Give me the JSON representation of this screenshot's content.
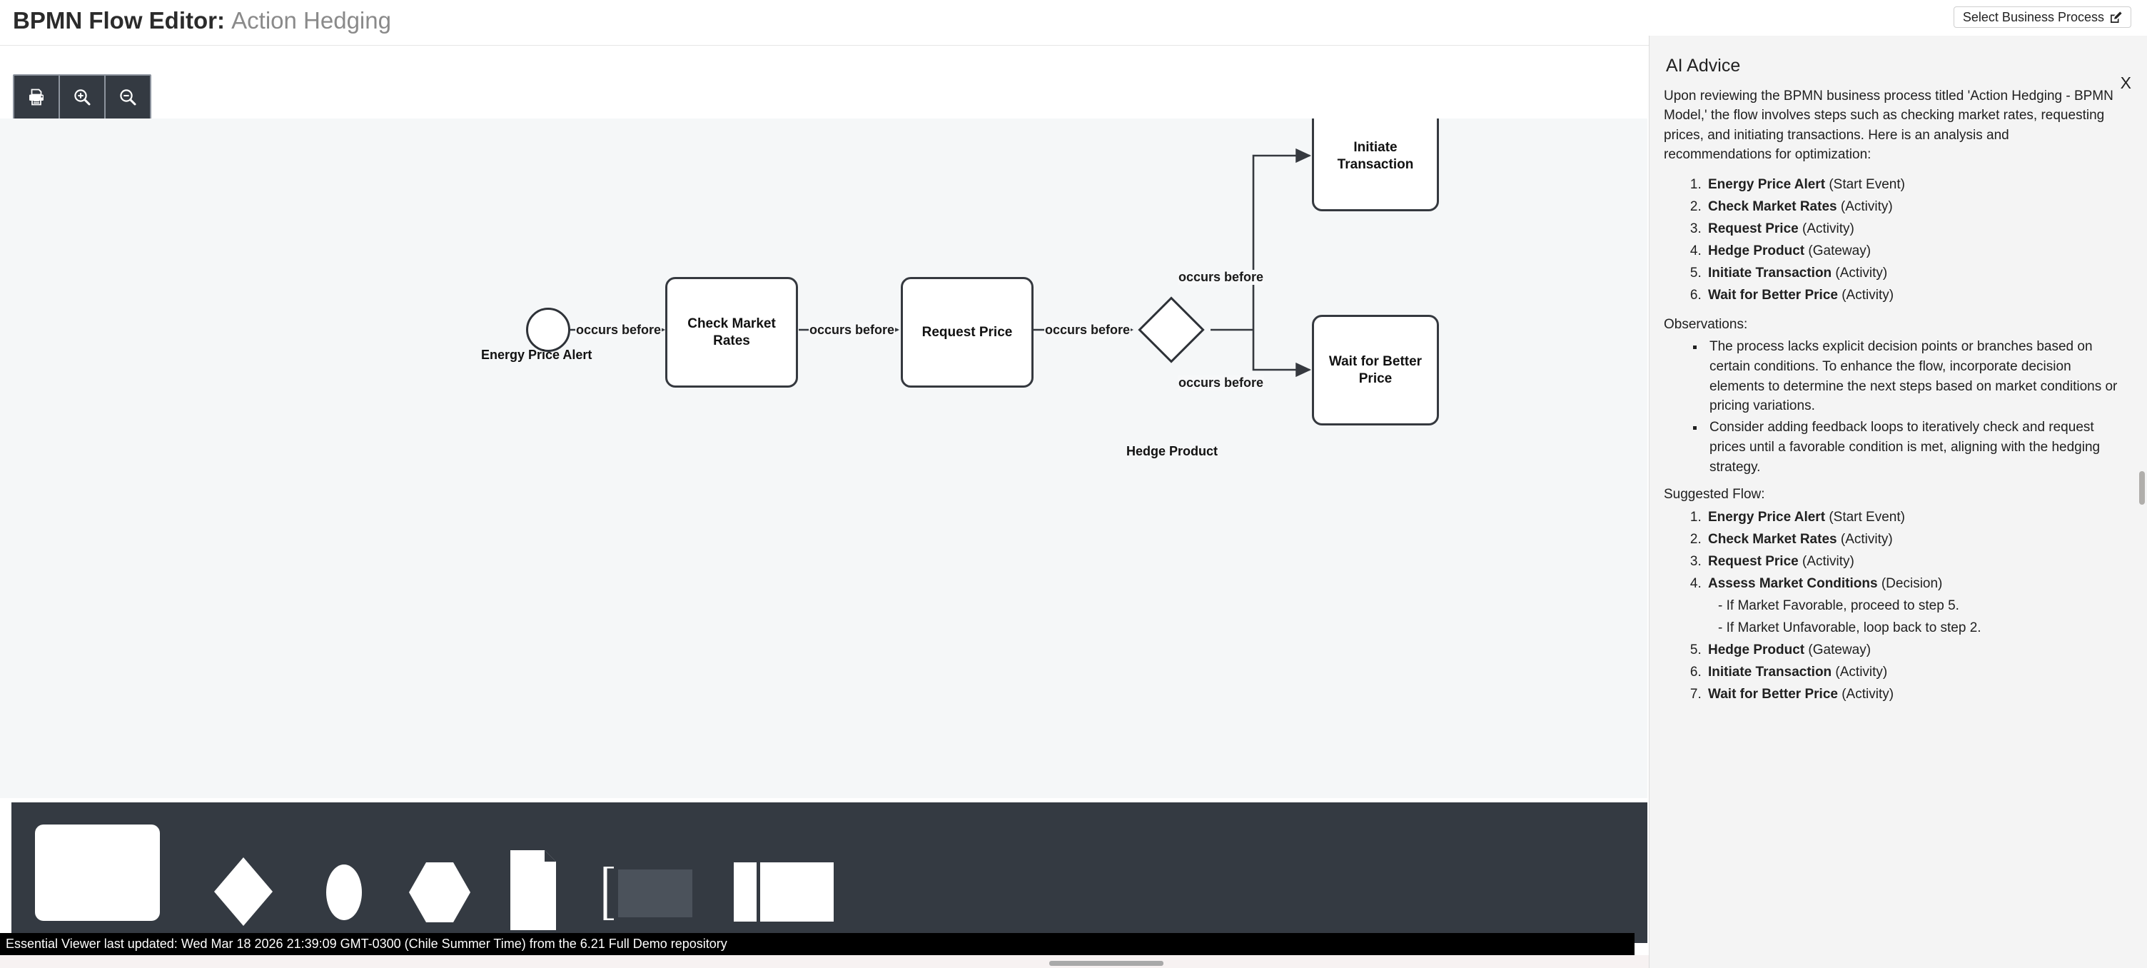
{
  "header": {
    "title_main": "BPMN Flow Editor:",
    "title_sub": "Action Hedging",
    "select_process_label": "Select Business Process"
  },
  "toolbar": {
    "print_label": "Print",
    "zoom_in_label": "Zoom In",
    "zoom_out_label": "Zoom Out"
  },
  "diagram": {
    "nodes": [
      {
        "id": "start",
        "label": "Energy Price Alert",
        "type": "start-event"
      },
      {
        "id": "check",
        "label": "Check Market Rates",
        "type": "activity"
      },
      {
        "id": "request",
        "label": "Request Price",
        "type": "activity"
      },
      {
        "id": "gateway",
        "label": "Hedge Product",
        "type": "gateway"
      },
      {
        "id": "initiate",
        "label": "Initiate Transaction",
        "type": "activity"
      },
      {
        "id": "wait",
        "label": "Wait for Better Price",
        "type": "activity"
      }
    ],
    "edge_label": "occurs before",
    "edges": [
      {
        "from": "start",
        "to": "check",
        "label": "occurs before"
      },
      {
        "from": "check",
        "to": "request",
        "label": "occurs before"
      },
      {
        "from": "request",
        "to": "gateway",
        "label": "occurs before"
      },
      {
        "from": "gateway",
        "to": "initiate",
        "label": "occurs before"
      },
      {
        "from": "gateway",
        "to": "wait",
        "label": "occurs before"
      }
    ]
  },
  "palette": {
    "items": [
      {
        "name": "task-shape",
        "label": "Task"
      },
      {
        "name": "gateway-shape",
        "label": "Gateway"
      },
      {
        "name": "event-shape",
        "label": "Event"
      },
      {
        "name": "hexagon-shape",
        "label": "Hexagon"
      },
      {
        "name": "document-shape",
        "label": "Document"
      },
      {
        "name": "annotation-shape",
        "label": "Annotation"
      },
      {
        "name": "pool-shape",
        "label": "Pool"
      }
    ]
  },
  "statusbar": {
    "text": "Essential Viewer last updated: Wed Mar 18 2026 21:39:09 GMT-0300 (Chile Summer Time) from the 6.21 Full Demo repository"
  },
  "ai_panel": {
    "title": "AI Advice",
    "close_label": "X",
    "intro": "Upon reviewing the BPMN business process titled 'Action Hedging - BPMN Model,' the flow involves steps such as checking market rates, requesting prices, and initiating transactions. Here is an analysis and recommendations for optimization:",
    "steps": [
      {
        "name": "Energy Price Alert",
        "kind": " (Start Event)"
      },
      {
        "name": "Check Market Rates",
        "kind": " (Activity)"
      },
      {
        "name": "Request Price",
        "kind": " (Activity)"
      },
      {
        "name": "Hedge Product",
        "kind": " (Gateway)"
      },
      {
        "name": "Initiate Transaction",
        "kind": " (Activity)"
      },
      {
        "name": "Wait for Better Price",
        "kind": " (Activity)"
      }
    ],
    "observations_head": "Observations:",
    "observations": [
      "The process lacks explicit decision points or branches based on certain conditions. To enhance the flow, incorporate decision elements to determine the next steps based on market conditions or pricing variations.",
      "Consider adding feedback loops to iteratively check and request prices until a favorable condition is met, aligning with the hedging strategy."
    ],
    "suggested_head": "Suggested Flow:",
    "suggested": [
      {
        "name": "Energy Price Alert",
        "kind": " (Start Event)"
      },
      {
        "name": "Check Market Rates",
        "kind": " (Activity)"
      },
      {
        "name": "Request Price",
        "kind": " (Activity)"
      },
      {
        "name": "Assess Market Conditions",
        "kind": " (Decision)"
      },
      {
        "name": "Hedge Product",
        "kind": " (Gateway)"
      },
      {
        "name": "Initiate Transaction",
        "kind": " (Activity)"
      },
      {
        "name": "Wait for Better Price",
        "kind": " (Activity)"
      }
    ],
    "suggested_conditions": [
      "- If Market Favorable, proceed to step 5.",
      "- If Market Unfavorable, loop back to step 2."
    ]
  },
  "colors": {
    "panel_bg": "#f4f4f4",
    "palette_bg": "#343a42",
    "canvas_bg": "#f5f7f8",
    "node_stroke": "#35393f",
    "statusbar_bg": "#000000"
  }
}
